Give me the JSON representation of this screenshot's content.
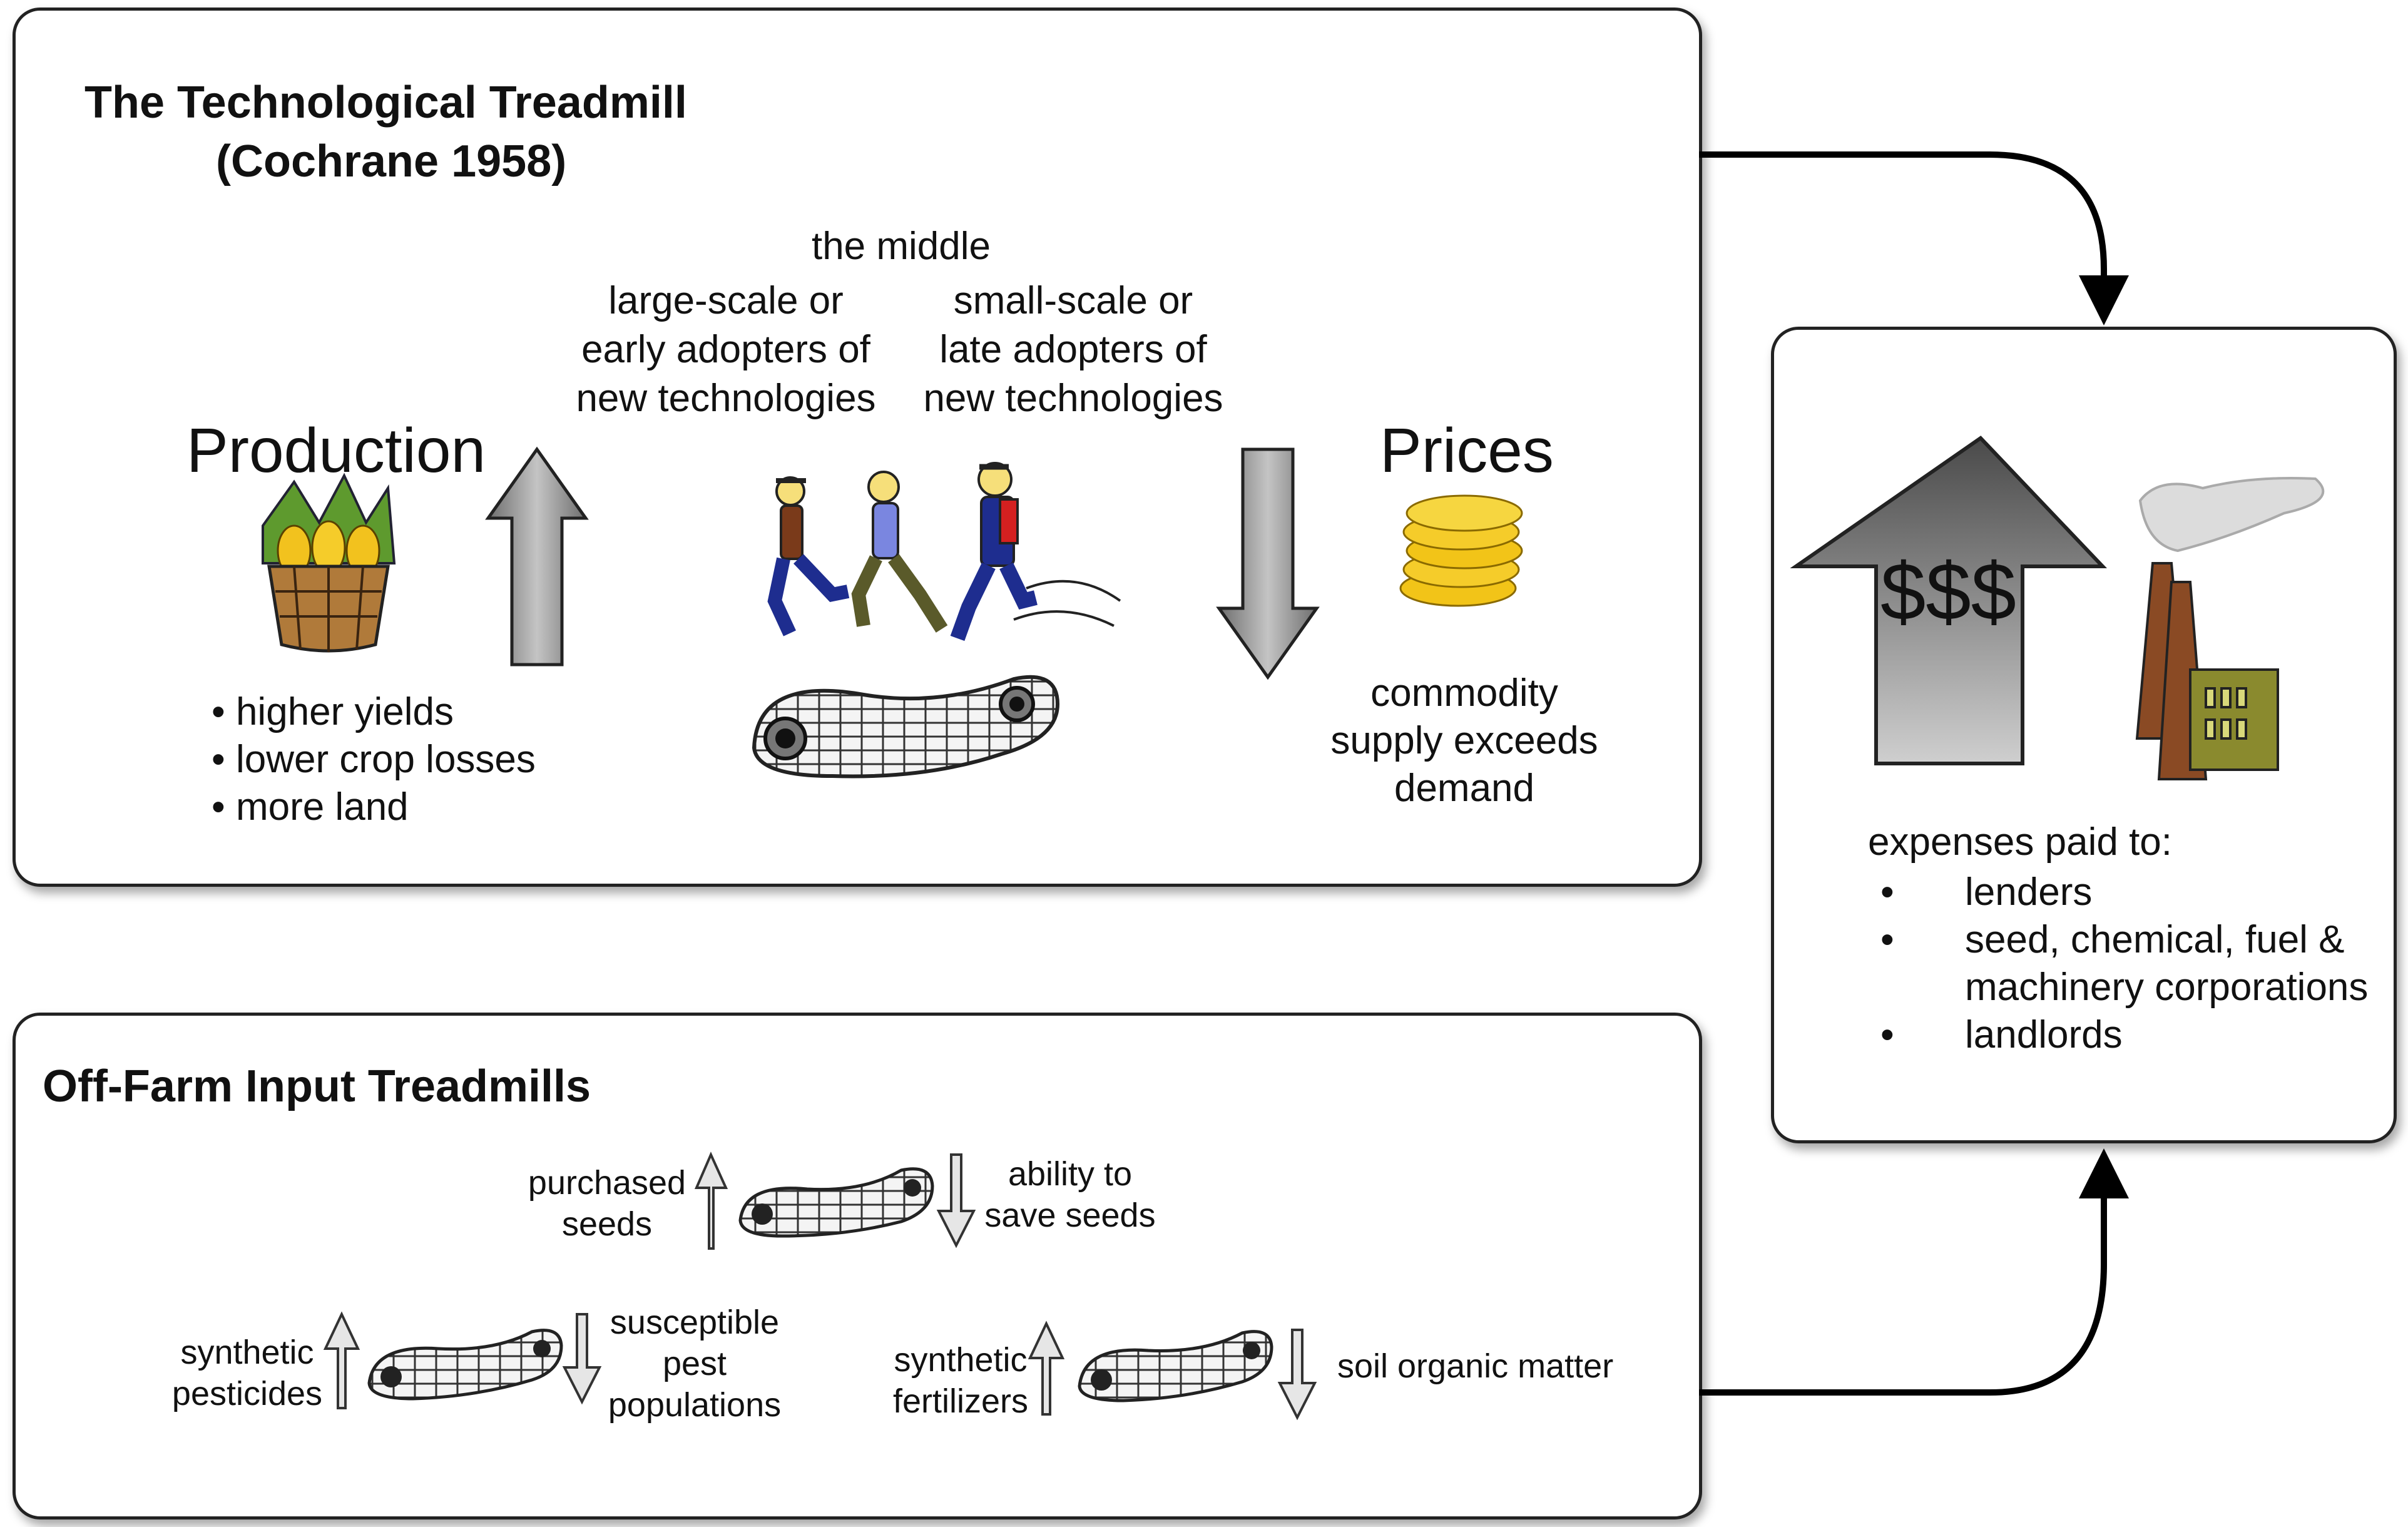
{
  "top_panel": {
    "title_line1": "The Technological Treadmill",
    "title_line2": "(Cochrane 1958)",
    "middle_label": "the middle",
    "early_adopters": [
      "large-scale or",
      "early adopters of",
      "new technologies"
    ],
    "late_adopters": [
      "small-scale or",
      "late adopters of",
      "new technologies"
    ],
    "production_label": "Production",
    "prices_label": "Prices",
    "production_bullets": [
      "higher yields",
      "lower crop losses",
      "more land"
    ],
    "bullet_symbol": "•",
    "prices_caption": [
      "commodity",
      "supply exceeds",
      "demand"
    ]
  },
  "right_panel": {
    "dollar_label": "$$$",
    "expenses_heading": "expenses paid to:",
    "bullet_symbol": "•",
    "expenses": [
      [
        "lenders"
      ],
      [
        "seed, chemical, fuel &",
        "machinery corporations"
      ],
      [
        "landlords"
      ]
    ]
  },
  "bottom_panel": {
    "title": "Off-Farm Input Treadmills",
    "seeds": {
      "up_label": [
        "purchased",
        "seeds"
      ],
      "down_label": [
        "ability to",
        "save seeds"
      ]
    },
    "pesticides": {
      "up_label": [
        "synthetic",
        "pesticides"
      ],
      "down_label": [
        "susceptible",
        "pest",
        "populations"
      ]
    },
    "fertilizers": {
      "up_label": [
        "synthetic",
        "fertilizers"
      ],
      "down_label": [
        "soil organic matter"
      ]
    }
  },
  "colors": {
    "outline": "#222222",
    "arrow_dark_fill": "#888888",
    "arrow_light_fill": "#e6e6e6",
    "coin_gold": "#f2c418",
    "basket_brown": "#b07a3a",
    "factory_brown": "#8a4a24",
    "building_olive": "#8a8a2e"
  }
}
